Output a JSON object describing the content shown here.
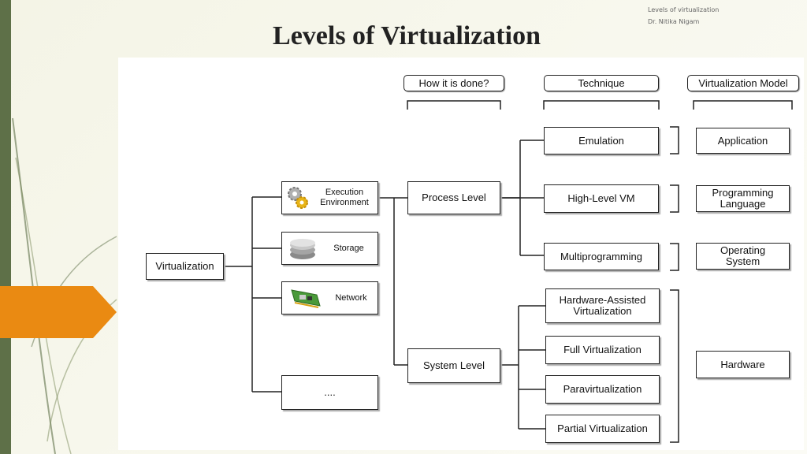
{
  "header": {
    "note_line1": "Levels of virtualization",
    "note_line2": "Dr. Nitika Nigam",
    "title": "Levels of Virtualization"
  },
  "diagram": {
    "columns": {
      "how": "How it is done?",
      "technique": "Technique",
      "model": "Virtualization Model"
    },
    "root": "Virtualization",
    "level1": {
      "execution_line1": "Execution",
      "execution_line2": "Environment",
      "storage": "Storage",
      "network": "Network",
      "more": "...."
    },
    "level2": {
      "process": "Process Level",
      "system": "System Level"
    },
    "techniques": {
      "emulation": "Emulation",
      "high_level_vm": "High-Level VM",
      "multiprogramming": "Multiprogramming",
      "hw_assisted_line1": "Hardware-Assisted",
      "hw_assisted_line2": "Virtualization",
      "full": "Full Virtualization",
      "para": "Paravirtualization",
      "partial": "Partial Virtualization"
    },
    "models": {
      "application": "Application",
      "prog_line1": "Programming",
      "prog_line2": "Language",
      "os_line1": "Operating",
      "os_line2": "System",
      "hardware": "Hardware"
    },
    "icons": [
      "gears-icon",
      "disk-stack-icon",
      "network-card-icon"
    ]
  },
  "colors": {
    "left_bar": "#5e7048",
    "accent_orange": "#ea8a12"
  }
}
